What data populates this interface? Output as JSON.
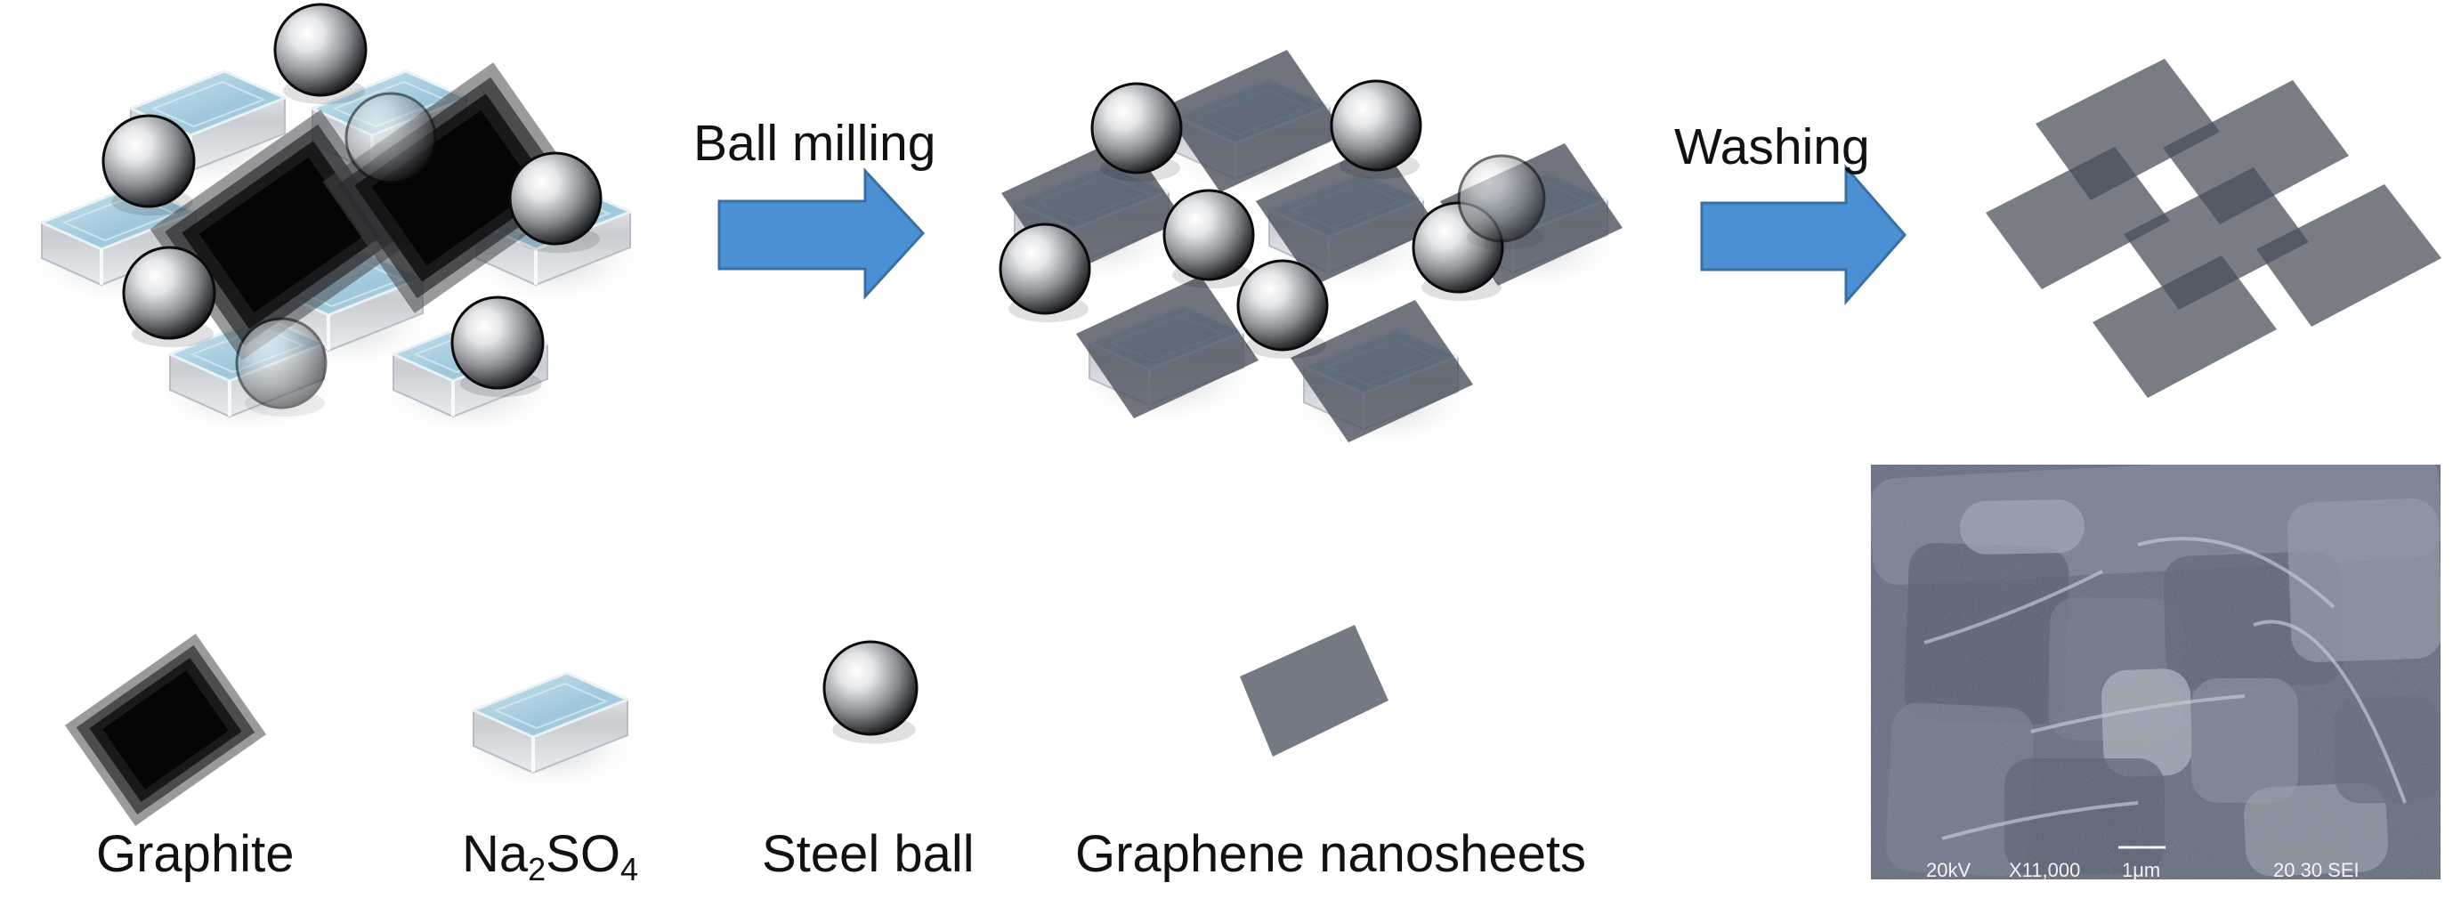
{
  "figure": {
    "title": "Ball milling synthesis of graphene nanosheets",
    "steps": [
      {
        "label": "Ball milling"
      },
      {
        "label": "Washing"
      }
    ],
    "legend": [
      {
        "icon": "graphite-icon",
        "label_main": "Graphite",
        "label_parts": [
          "Graphite"
        ]
      },
      {
        "icon": "na2so4-crystal-icon",
        "label_main": "Na",
        "sub1": "2",
        "mid": "SO",
        "sub2": "4"
      },
      {
        "icon": "steel-ball-icon",
        "label_main": "Steel ball"
      },
      {
        "icon": "graphene-sheet-icon",
        "label_main": "Graphene nanosheets"
      }
    ],
    "sem": {
      "voltage": "20kV",
      "magnification": "X11,000",
      "scale_bar": "1μm",
      "info": "20 30 SEI"
    },
    "colors": {
      "arrow_fill": "#4a90d2",
      "arrow_stroke": "#3a6fa3",
      "graphene": "#6a707b",
      "graphite": "#0a0a0a",
      "crystal_top": "#a9cfe0",
      "text": "#111111"
    }
  }
}
